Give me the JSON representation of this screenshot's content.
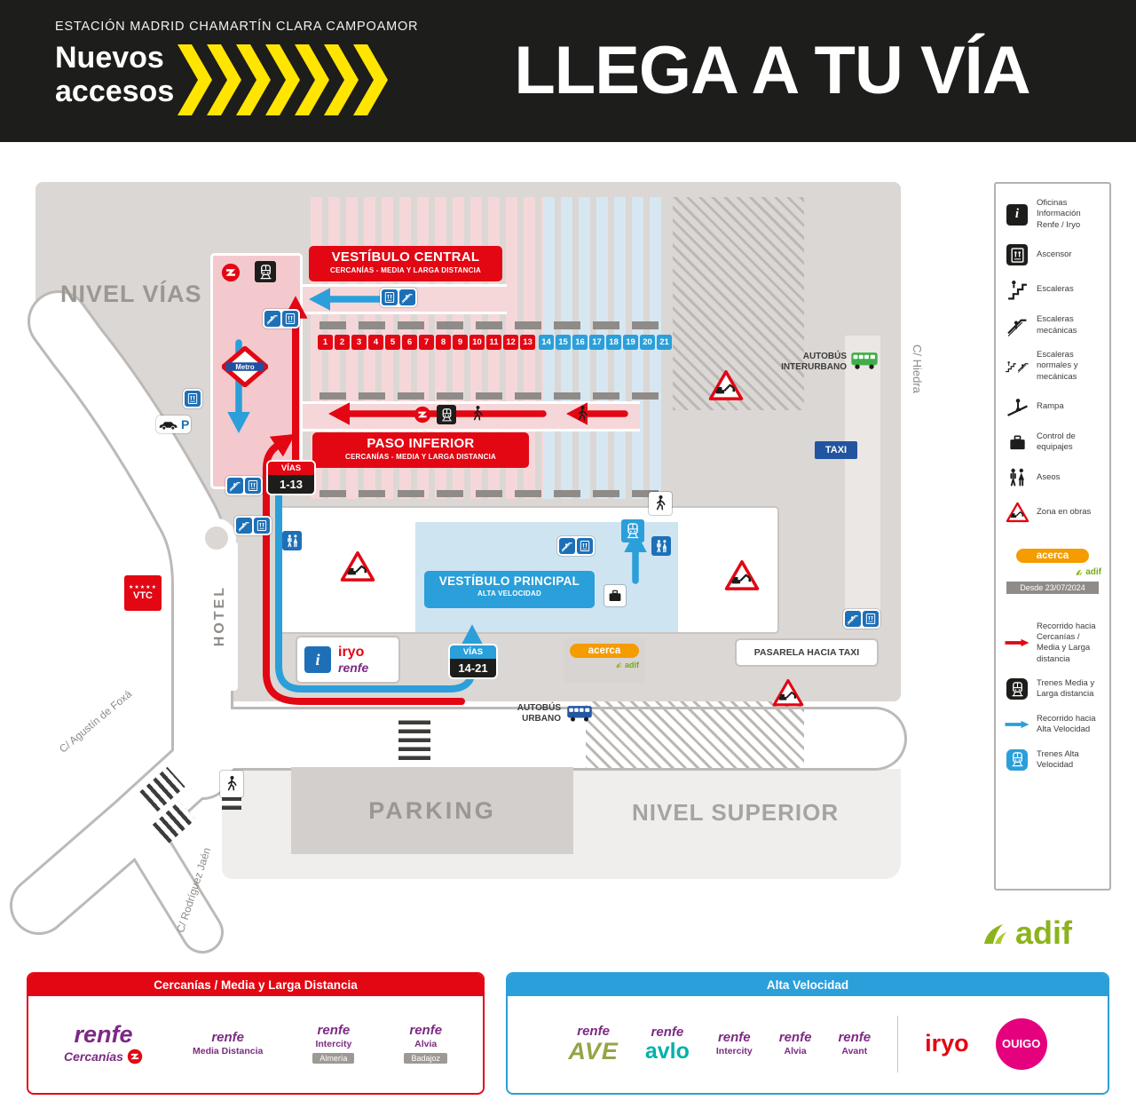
{
  "colors": {
    "red": "#e30613",
    "blue": "#2b9fd9",
    "icon_blue": "#1d70b7",
    "taxi_navy": "#2155a0",
    "yellow": "#ffe500",
    "acerca_orange": "#f59c00",
    "adif_green": "#8cb31d",
    "renfe_purple": "#7c2a83",
    "avlo_teal": "#00b2a9",
    "ave_green": "#94a545",
    "ouigo_pink": "#e5007d",
    "bus_green": "#3fae49",
    "bus_blue": "#2456a4"
  },
  "header": {
    "station": "ESTACIÓN MADRID CHAMARTÍN CLARA CAMPOAMOR",
    "tagline_1": "Nuevos",
    "tagline_2": "accesos",
    "title": "LLEGA A TU VÍA"
  },
  "map": {
    "level_label": "NIVEL VÍAS",
    "vestibulo_central": {
      "title": "VESTÍBULO CENTRAL",
      "subtitle": "CERCANÍAS - MEDIA Y LARGA DISTANCIA"
    },
    "paso_inferior": {
      "title": "PASO INFERIOR",
      "subtitle": "CERCANÍAS - MEDIA Y LARGA DISTANCIA"
    },
    "vestibulo_principal": {
      "title": "VESTÍBULO PRINCIPAL",
      "subtitle": "ALTA VELOCIDAD"
    },
    "tracks_mld": [
      "1",
      "2",
      "3",
      "4",
      "5",
      "6",
      "7",
      "8",
      "9",
      "10",
      "11",
      "12",
      "13"
    ],
    "tracks_av": [
      "14",
      "15",
      "16",
      "17",
      "18",
      "19",
      "20",
      "21"
    ],
    "vias_mld": {
      "label": "VÍAS",
      "range": "1-13"
    },
    "vias_av": {
      "label": "VÍAS",
      "range": "14-21"
    },
    "metro": "Metro",
    "autobus_interurbano": "AUTOBÚS INTERURBANO",
    "autobus_urbano": "AUTOBÚS URBANO",
    "taxi": "TAXI",
    "pasarela": "PASARELA HACIA TAXI",
    "hotel": "HOTEL",
    "vtc": "VTC",
    "vtc_stars": "★★★★★",
    "parking": "PARKING",
    "nivel_superior": "NIVEL SUPERIOR",
    "street_hiedra": "C/ Hiedra",
    "street_foxa": "C/ Agustín de Foxá",
    "street_rodriguez": "C/ Rodríguez Jaén",
    "info_glyph": "i",
    "parking_glyph": "P",
    "iryo": "iryo",
    "renfe": "renfe",
    "acerca": "acerca",
    "adif": "adif"
  },
  "legend": {
    "items": [
      "Oficinas Información Renfe / Iryo",
      "Ascensor",
      "Escaleras",
      "Escaleras mecánicas",
      "Escaleras normales y mecánicas",
      "Rampa",
      "Control de equipajes",
      "Aseos",
      "Zona en obras"
    ],
    "acerca": "acerca",
    "adif": "adif",
    "since": "Desde 23/07/2024",
    "routes": [
      "Recorrido hacia Cercanías / Media y Larga distancia",
      "Trenes Media y Larga distancia",
      "Recorrido hacia Alta Velocidad",
      "Trenes Alta Velocidad"
    ]
  },
  "footer": {
    "adif": "adif",
    "mld": {
      "title": "Cercanías / Media y Larga Distancia",
      "brands": [
        {
          "name": "renfe",
          "product": "Cercanías"
        },
        {
          "name": "renfe",
          "product": "Media Distancia"
        },
        {
          "name": "renfe",
          "product": "Intercity",
          "badge": "Almería"
        },
        {
          "name": "renfe",
          "product": "Alvia",
          "badge": "Badajoz"
        }
      ]
    },
    "av": {
      "title": "Alta Velocidad",
      "brands": [
        {
          "name": "renfe",
          "product": "AVE"
        },
        {
          "name": "renfe",
          "product": "avlo"
        },
        {
          "name": "renfe",
          "product": "Intercity"
        },
        {
          "name": "renfe",
          "product": "Alvia"
        },
        {
          "name": "renfe",
          "product": "Avant"
        },
        {
          "name": "iryo"
        },
        {
          "name": "OUIGO"
        }
      ]
    }
  }
}
